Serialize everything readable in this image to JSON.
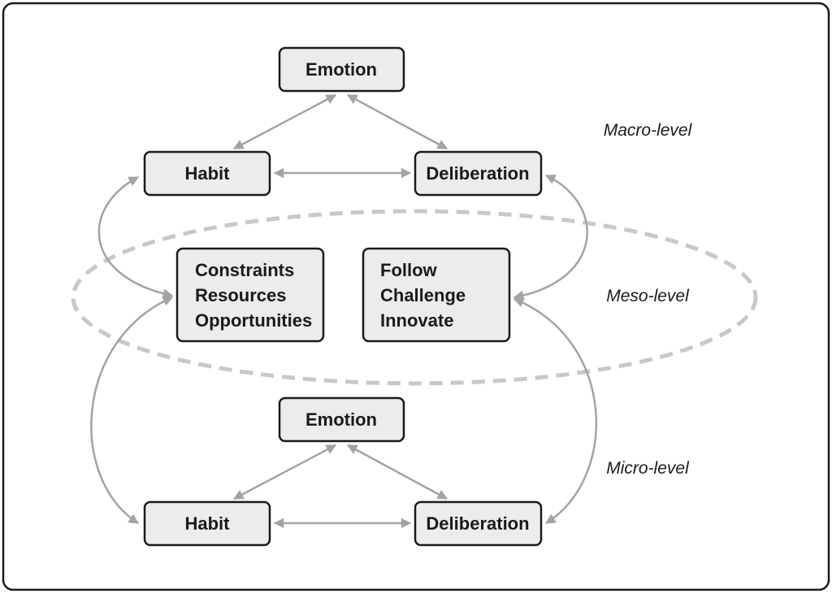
{
  "macro": {
    "emotion": "Emotion",
    "habit": "Habit",
    "deliberation": "Deliberation",
    "label": "Macro-level"
  },
  "meso": {
    "left_box": [
      "Constraints",
      "Resources",
      "Opportunities"
    ],
    "right_box": [
      "Follow",
      "Challenge",
      "Innovate"
    ],
    "label": "Meso-level"
  },
  "micro": {
    "emotion": "Emotion",
    "habit": "Habit",
    "deliberation": "Deliberation",
    "label": "Micro-level"
  },
  "colors": {
    "box_fill": "#ebeceb",
    "arrow": "#a3a3a3",
    "ellipse": "#c8c8c8",
    "border": "#1a1a1a"
  }
}
